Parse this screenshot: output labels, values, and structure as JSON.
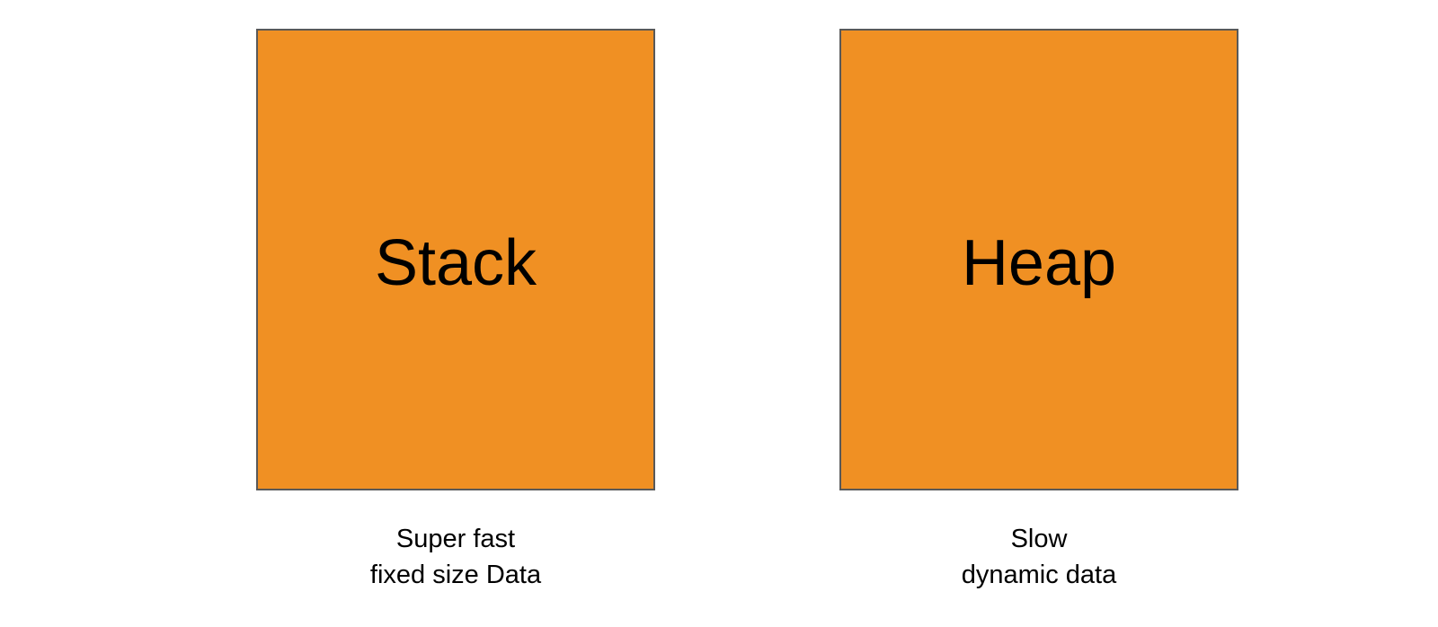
{
  "diagram": {
    "fill_color": "#f09023",
    "border_color": "#595959",
    "blocks": [
      {
        "label": "Stack",
        "caption_lines": [
          "Super fast",
          "fixed size Data"
        ]
      },
      {
        "label": "Heap",
        "caption_lines": [
          "Slow",
          "dynamic data"
        ]
      }
    ]
  }
}
